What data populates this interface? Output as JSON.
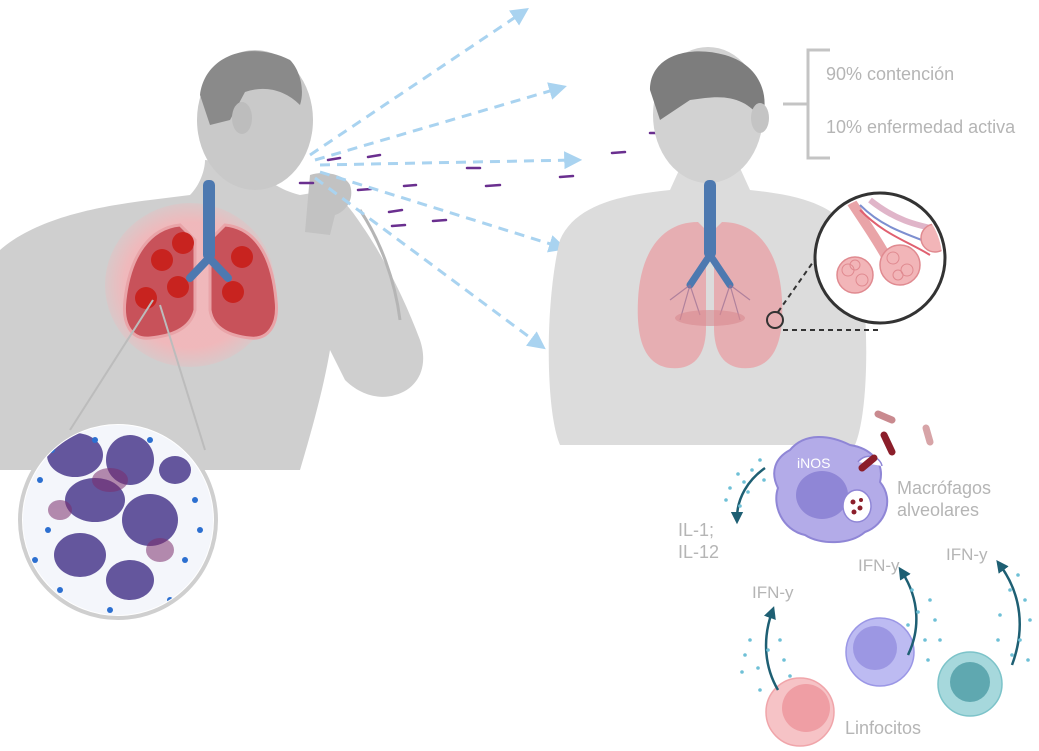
{
  "outcomes": {
    "containment": "90% contención",
    "active_disease": "10% enfermedad activa"
  },
  "cells": {
    "enzyme": "iNOS",
    "macrophages": "Macrófagos\nalveolares",
    "interleukins": "IL-1;\nIL-12",
    "lymphocytes": "Linfocitos",
    "ifn_1": "IFN-y",
    "ifn_2": "IFN-y",
    "ifn_3": "IFN-y"
  },
  "colors": {
    "skin": "#c9c9c9",
    "skin_dark": "#a9a9a9",
    "hair": "#7d7d7d",
    "lung_infected": "#c8525a",
    "lung_glow": "#f3b6b9",
    "lung_healthy": "#e8a3a8",
    "trachea": "#4d79b0",
    "granuloma": "#c8231f",
    "aerosol_arrow": "#a9d3f0",
    "bacilli": "#6a2f8f",
    "macrophage": "#b3abe8",
    "macrophage_nucleus": "#8f86d6",
    "lymphocyte_pink": "#f2b2b5",
    "lymphocyte_violet": "#a9a6ec",
    "lymphocyte_teal": "#7cc3c9",
    "cytokine_arrow": "#1e5f73",
    "label_gray": "#b5b5b5"
  },
  "icons": [
    "coughing-person",
    "infected-lungs",
    "histology-micrograph",
    "exposed-person",
    "healthy-lungs",
    "alveoli-magnifier",
    "alveolar-macrophage",
    "mycobacteria",
    "lymphocyte"
  ]
}
